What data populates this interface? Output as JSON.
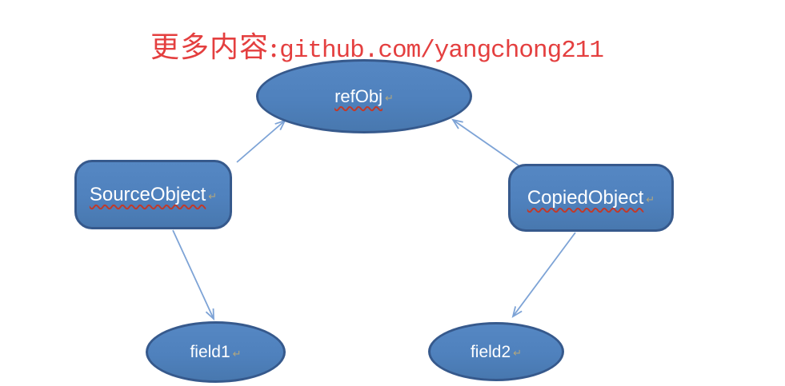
{
  "caption": {
    "prefix": "更多内容:",
    "link_text": "github.com/yangchong211"
  },
  "diagram": {
    "linebreak_mark": "↵",
    "nodes": [
      {
        "id": "refObj",
        "label": "refObj",
        "shape": "ellipse",
        "spellcheck_underline": true
      },
      {
        "id": "SourceObject",
        "label": "SourceObject",
        "shape": "rounded-rect",
        "spellcheck_underline": true
      },
      {
        "id": "CopiedObject",
        "label": "CopiedObject",
        "shape": "rounded-rect",
        "spellcheck_underline": true
      },
      {
        "id": "field1",
        "label": "field1",
        "shape": "ellipse",
        "spellcheck_underline": false
      },
      {
        "id": "field2",
        "label": "field2",
        "shape": "ellipse",
        "spellcheck_underline": false
      }
    ],
    "edges": [
      {
        "from": "SourceObject",
        "to": "refObj"
      },
      {
        "from": "CopiedObject",
        "to": "refObj"
      },
      {
        "from": "SourceObject",
        "to": "field1"
      },
      {
        "from": "CopiedObject",
        "to": "field2"
      }
    ]
  },
  "colors": {
    "node_fill": "#4f81bd",
    "node_border": "#36598c",
    "node_label": "#ffffff",
    "arrow": "#7da3d6",
    "caption": "#e43f3f",
    "spellcheck_underline": "#c03a2b",
    "linebreak_mark": "#b1a67e"
  }
}
